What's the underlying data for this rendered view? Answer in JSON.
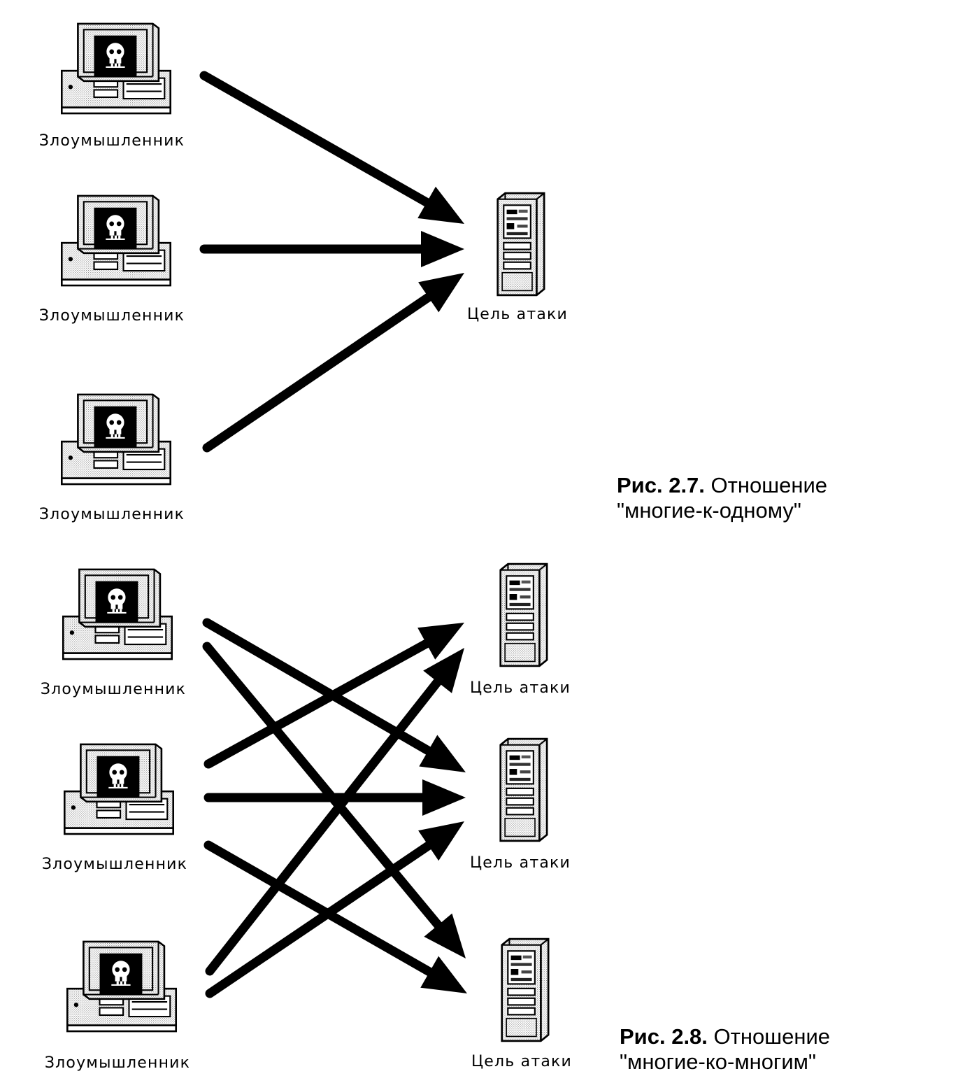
{
  "figures": [
    {
      "id": "fig-2-7",
      "caption_number": "Рис. 2.7.",
      "caption_text_line1": "Отношение",
      "caption_text_line2": "\"многие-к-одному\"",
      "attackers": [
        {
          "label": "Злоумышленник"
        },
        {
          "label": "Злоумышленник"
        },
        {
          "label": "Злоумышленник"
        }
      ],
      "targets": [
        {
          "label": "Цель атаки"
        }
      ],
      "connections": [
        [
          0,
          0
        ],
        [
          1,
          0
        ],
        [
          2,
          0
        ]
      ]
    },
    {
      "id": "fig-2-8",
      "caption_number": "Рис. 2.8.",
      "caption_text_line1": "Отношение",
      "caption_text_line2": "\"многие-ко-многим\"",
      "attackers": [
        {
          "label": "Злоумышленник"
        },
        {
          "label": "Злоумышленник"
        },
        {
          "label": "Злоумышленник"
        }
      ],
      "targets": [
        {
          "label": "Цель атаки"
        },
        {
          "label": "Цель атаки"
        },
        {
          "label": "Цель атаки"
        }
      ],
      "connections": [
        [
          0,
          1
        ],
        [
          0,
          2
        ],
        [
          1,
          0
        ],
        [
          1,
          1
        ],
        [
          1,
          2
        ],
        [
          2,
          0
        ],
        [
          2,
          1
        ]
      ]
    }
  ],
  "icons": {
    "attacker": "computer-skull-icon",
    "target": "server-tower-icon"
  },
  "colors": {
    "stroke": "#000000",
    "screen": "#000000",
    "shade": "#d9d9d9"
  }
}
